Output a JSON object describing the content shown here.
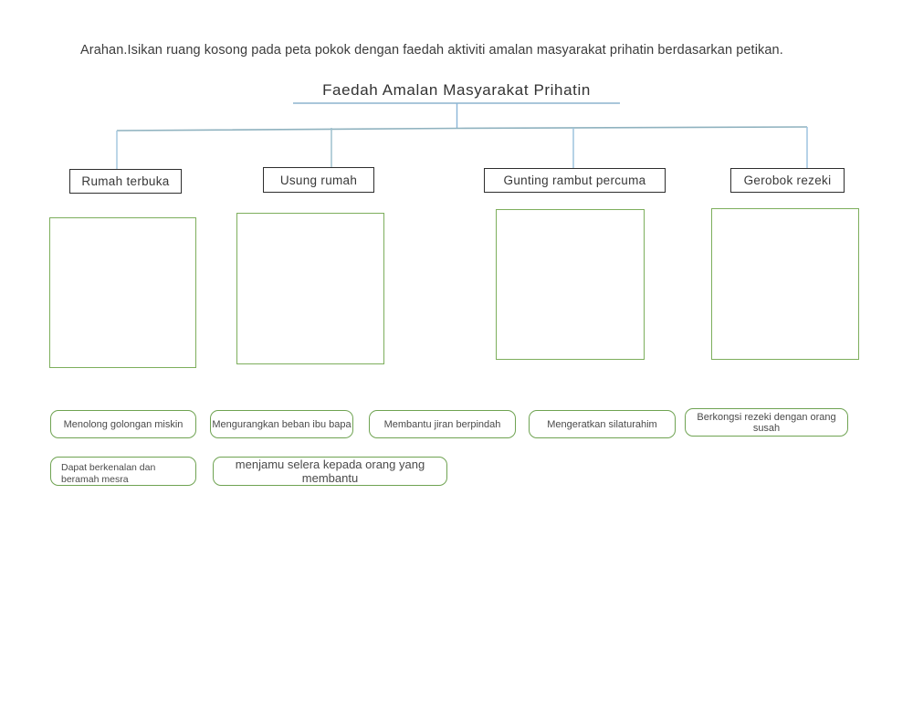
{
  "page": {
    "instruction": "Arahan.Isikan ruang kosong pada peta pokok dengan faedah aktiviti amalan masyarakat prihatin berdasarkan petikan.",
    "title": "Faedah Amalan Masyarakat Prihatin"
  },
  "tree": {
    "branches": [
      {
        "label": "Rumah terbuka"
      },
      {
        "label": "Usung rumah"
      },
      {
        "label": "Gunting rambut percuma"
      },
      {
        "label": "Gerobok rezeki"
      }
    ],
    "empty_drop_boxes": 4
  },
  "answers": [
    "Menolong golongan miskin",
    "Mengurangkan beban ibu bapa",
    "Membantu jiran berpindah",
    "Mengeratkan silaturahim",
    "Berkongsi rezeki dengan orang susah",
    "Dapat berkenalan dan beramah mesra",
    "menjamu selera kepada orang yang membantu"
  ],
  "colors": {
    "background": "#ffffff",
    "text": "#3b3b3b",
    "branch_box_border": "#2e2e2e",
    "drop_box_border": "#7dae5c",
    "chip_border": "#6fa352",
    "title_underline": "#a9c6da",
    "connector_blue": "#9dc3e0",
    "connector_teal": "#8fb2bf"
  }
}
